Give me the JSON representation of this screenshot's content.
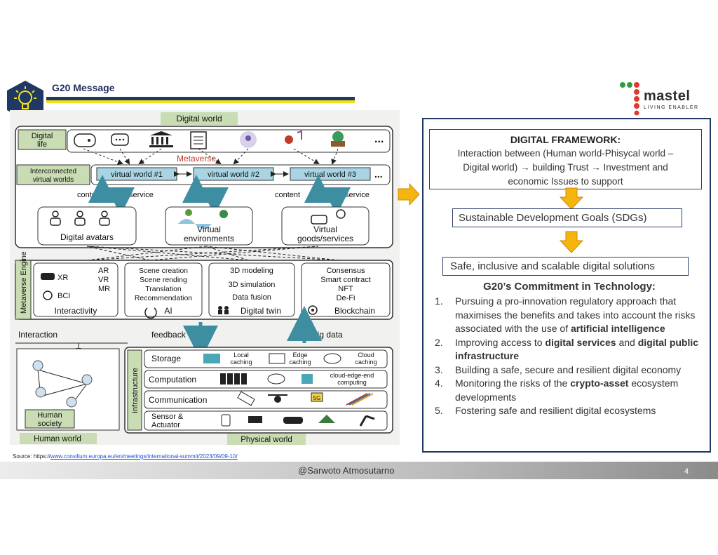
{
  "header": {
    "title": "G20 Message",
    "logo_word": "mastel",
    "logo_tagline": "LIVING ENABLER"
  },
  "diagram": {
    "digital_world": "Digital world",
    "digital_life": [
      "Digital",
      "life"
    ],
    "metaverse": "Metaverse",
    "interconnected": [
      "Interconnected",
      "virtual worlds"
    ],
    "virtual_worlds": [
      "virtual world #1",
      "virtual world #2",
      "virtual world #3"
    ],
    "more": "...",
    "content": "content",
    "service": "service",
    "avatars": "Digital avatars",
    "environments": [
      "Virtual",
      "environments"
    ],
    "goods": [
      "Virtual",
      "goods/services"
    ],
    "engine": "Metaverse Engine",
    "interactivity": {
      "xr": "XR",
      "bci": "BCI",
      "ar": "AR",
      "vr": "VR",
      "mr": "MR",
      "label": "Interactivity"
    },
    "ai": {
      "items": [
        "Scene creation",
        "Scene rending",
        "Translation",
        "Recommendation"
      ],
      "label": "AI"
    },
    "twin": {
      "items": [
        "3D modeling",
        "3D simulation",
        "Data fusion"
      ],
      "label": "Digital twin"
    },
    "blockchain": {
      "items": [
        "Consensus",
        "Smart contract",
        "NFT",
        "De-Fi"
      ],
      "label": "Blockchain"
    },
    "interaction": "Interaction",
    "feedback": "feedback",
    "big_data": "big data",
    "human_society": [
      "Human",
      "society"
    ],
    "human_world": "Human world",
    "infrastructure": "Infrastructure",
    "storage": "Storage",
    "local_caching": [
      "Local",
      "caching"
    ],
    "edge_caching": [
      "Edge",
      "caching"
    ],
    "cloud_caching": [
      "Cloud",
      "caching"
    ],
    "computation": "Computation",
    "cloud_edge": [
      "cloud-edge-end",
      "computing"
    ],
    "communication": "Communication",
    "sensor": [
      "Sensor &",
      "Actuator"
    ],
    "physical_world": "Physical world",
    "fiveg": "5G"
  },
  "framework": {
    "title": "DIGITAL FRAMEWORK:",
    "line1": "Interaction between (Human world-Phisycal world –",
    "line2": "Digital world)  → building Trust → Investment and",
    "line3": "economic  Issues to support"
  },
  "sdg": "Sustainable Development Goals (SDGs)",
  "safe": "Safe, inclusive and scalable digital solutions",
  "commitment": {
    "title": "G20’s Commitment in Technology:",
    "items": [
      {
        "num": "1.",
        "p1": "Pursuing a pro-innovation regulatory approach that maximises the benefits and takes into account the risks associated with the use of ",
        "b1": "artificial intelligence"
      },
      {
        "num": "2.",
        "p1": "Improving access to ",
        "b1": "digital services",
        "p2": " and ",
        "b2": "digital public infrastructure"
      },
      {
        "num": "3.",
        "p1": "Building a safe, secure and resilient digital economy"
      },
      {
        "num": "4.",
        "p1": "Monitoring the risks of the ",
        "b1": "crypto-asset",
        "p2": " ecosystem developments"
      },
      {
        "num": "5.",
        "p1": "Fostering safe and resilient digital ecosystems"
      }
    ]
  },
  "source": {
    "label": "Source:  https://",
    "link": "www.consilium.europa.eu/en/meetings/international-summit/2023/09/09-10/"
  },
  "footer": {
    "author": "@Sarwoto Atmosutarno",
    "page": "4"
  },
  "colors": {
    "navy": "#1f3864",
    "yellow": "#f5e216",
    "arrow": "#f6b40e",
    "teal": "#3e8ea2",
    "green_label": "#c9dcb4"
  }
}
